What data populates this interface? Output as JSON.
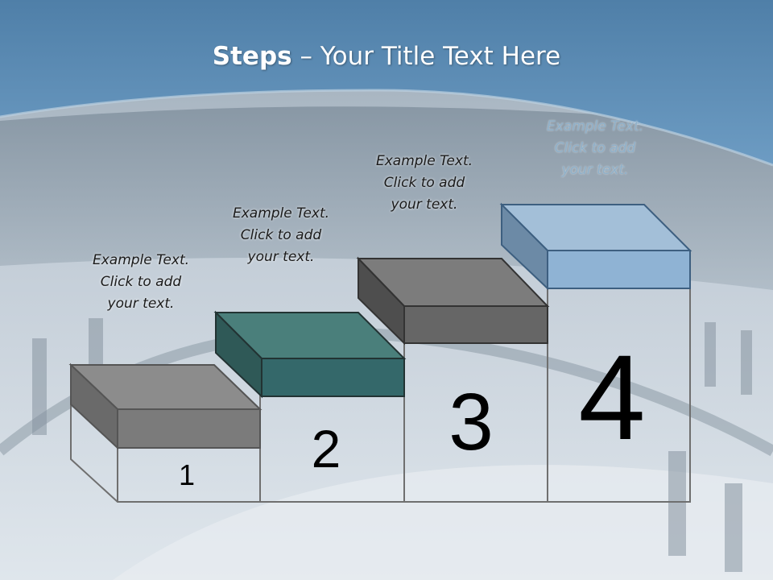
{
  "title": {
    "bold": "Steps",
    "rest": " – Your Title Text Here"
  },
  "steps": [
    {
      "number": "1",
      "line1": "Example Text.",
      "line2": "Click  to add",
      "line3": "your text."
    },
    {
      "number": "2",
      "line1": "Example Text.",
      "line2": "Click  to add",
      "line3": "your text."
    },
    {
      "number": "3",
      "line1": "Example Text.",
      "line2": "Click  to add",
      "line3": "your text."
    },
    {
      "number": "4",
      "line1": "Example Text.",
      "line2": "Click  to add",
      "line3": "your text."
    }
  ],
  "colors": {
    "header": "#5a8bb3",
    "block1": "#7a7a7a",
    "block2": "#3a6e6c",
    "block3": "#6b6b6b",
    "block4": "#8fb3d4"
  }
}
